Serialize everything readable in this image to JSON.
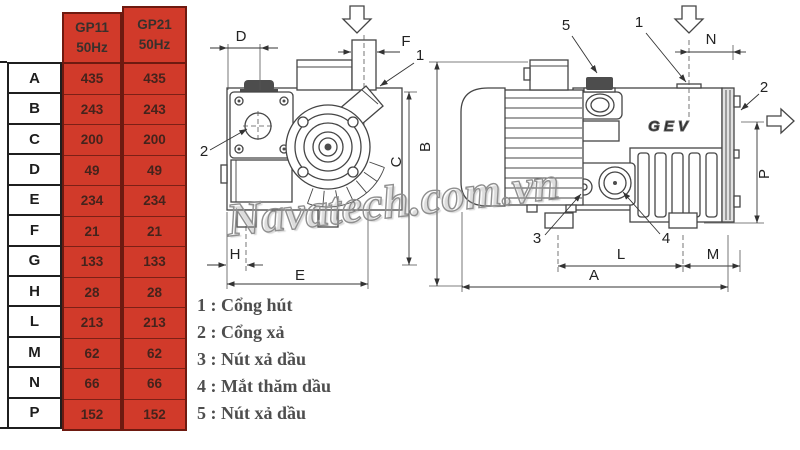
{
  "table": {
    "columns": [
      {
        "model": "GP11",
        "freq": "50Hz"
      },
      {
        "model": "GP21",
        "freq": "50Hz"
      }
    ],
    "rows": [
      {
        "dim": "A",
        "gp11": "435",
        "gp21": "435"
      },
      {
        "dim": "B",
        "gp11": "243",
        "gp21": "243"
      },
      {
        "dim": "C",
        "gp11": "200",
        "gp21": "200"
      },
      {
        "dim": "D",
        "gp11": "49",
        "gp21": "49"
      },
      {
        "dim": "E",
        "gp11": "234",
        "gp21": "234"
      },
      {
        "dim": "F",
        "gp11": "21",
        "gp21": "21"
      },
      {
        "dim": "G",
        "gp11": "133",
        "gp21": "133"
      },
      {
        "dim": "H",
        "gp11": "28",
        "gp21": "28"
      },
      {
        "dim": "L",
        "gp11": "213",
        "gp21": "213"
      },
      {
        "dim": "M",
        "gp11": "62",
        "gp21": "62"
      },
      {
        "dim": "N",
        "gp11": "66",
        "gp21": "66"
      },
      {
        "dim": "P",
        "gp11": "152",
        "gp21": "152"
      }
    ]
  },
  "legend": {
    "separator": " : ",
    "items": [
      {
        "num": "1",
        "text": "Cổng hút"
      },
      {
        "num": "2",
        "text": "Cổng xả"
      },
      {
        "num": "3",
        "text": "Nút xả dầu"
      },
      {
        "num": "4",
        "text": "Mắt thăm dầu"
      },
      {
        "num": "5",
        "text": "Nút xả dầu"
      }
    ]
  },
  "watermark": "Navatech.com.vn",
  "drawing": {
    "brand": "GEV",
    "dim_labels": {
      "A": "A",
      "B": "B",
      "C": "C",
      "D": "D",
      "E": "E",
      "F": "F",
      "H": "H",
      "L": "L",
      "M": "M",
      "N": "N",
      "P": "P"
    },
    "callouts": {
      "c1": "1",
      "c2": "2",
      "c3": "3",
      "c4": "4",
      "c5": "5"
    },
    "colors": {
      "table_red": "#d13a2a",
      "table_border": "#6e1a10",
      "line": "#454545",
      "legend_text": "#4e4e4e",
      "watermark_gray": "#8f8f8f"
    }
  }
}
